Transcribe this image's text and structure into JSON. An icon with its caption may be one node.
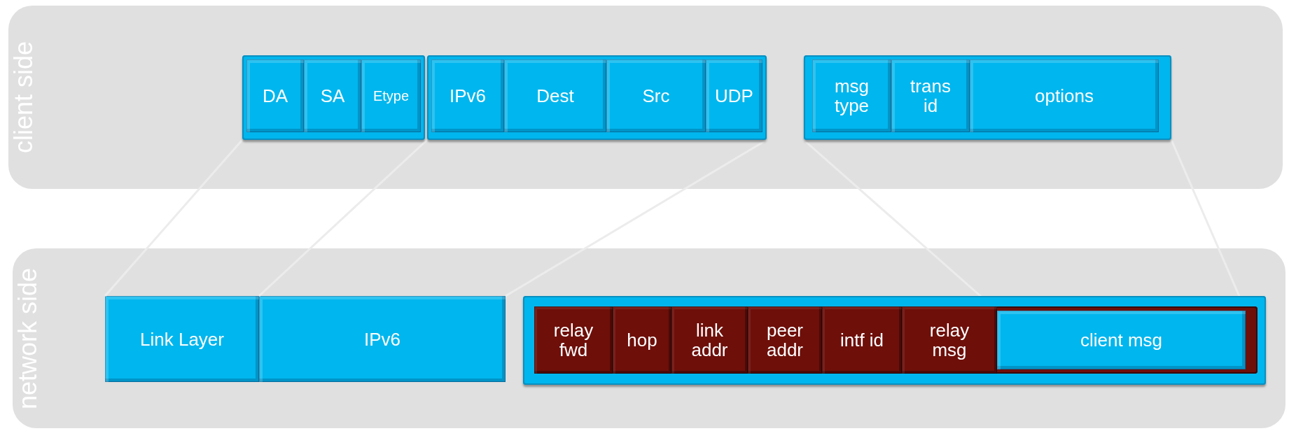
{
  "diagram": {
    "nodes": [
      {
        "text": [
          "client side"
        ]
      },
      {
        "text": [],
        "shape": "box",
        "in": 0
      },
      {
        "text": [
          "DA"
        ],
        "in": 1
      },
      {
        "text": [
          "SA"
        ],
        "in": 1
      },
      {
        "text": [
          "Etype"
        ],
        "in": 1
      },
      {
        "text": [],
        "shape": "box",
        "in": 0
      },
      {
        "text": [
          "IPv6"
        ],
        "in": 5
      },
      {
        "text": [
          "Dest"
        ],
        "in": 5
      },
      {
        "text": [
          "Src"
        ],
        "in": 5
      },
      {
        "text": [
          "UDP"
        ],
        "in": 5
      },
      {
        "text": [],
        "shape": "box",
        "in": 0
      },
      {
        "text": [
          "msg type"
        ],
        "in": 10
      },
      {
        "text": [
          "trans id"
        ],
        "in": 10
      },
      {
        "text": [
          "options"
        ],
        "in": 10
      },
      {
        "text": [
          "network side"
        ]
      },
      {
        "text": [
          "Link Layer"
        ],
        "in": 14
      },
      {
        "text": [
          "IPv6"
        ],
        "in": 14
      },
      {
        "text": [],
        "shape": "box",
        "in": 14
      },
      {
        "text": [],
        "shape": "box",
        "in": 17
      },
      {
        "text": [
          "relay fwd"
        ],
        "in": 18
      },
      {
        "text": [
          "hop"
        ],
        "in": 18
      },
      {
        "text": [
          "link addr"
        ],
        "in": 18
      },
      {
        "text": [
          "peer addr"
        ],
        "in": 18
      },
      {
        "text": [
          "intf id"
        ],
        "in": 18
      },
      {
        "text": [
          "relay msg"
        ],
        "in": 18
      },
      {
        "text": [
          "client msg"
        ],
        "in": 18
      }
    ],
    "edges": [
      {
        "from": 1,
        "to": 15,
        "arrow": "none"
      },
      {
        "from": 5,
        "to": 16,
        "arrow": "none"
      },
      {
        "from": 5,
        "to": 16,
        "arrow": "none"
      },
      {
        "from": 10,
        "to": 25,
        "arrow": "none"
      },
      {
        "from": 10,
        "to": 25,
        "arrow": "none"
      }
    ]
  }
}
